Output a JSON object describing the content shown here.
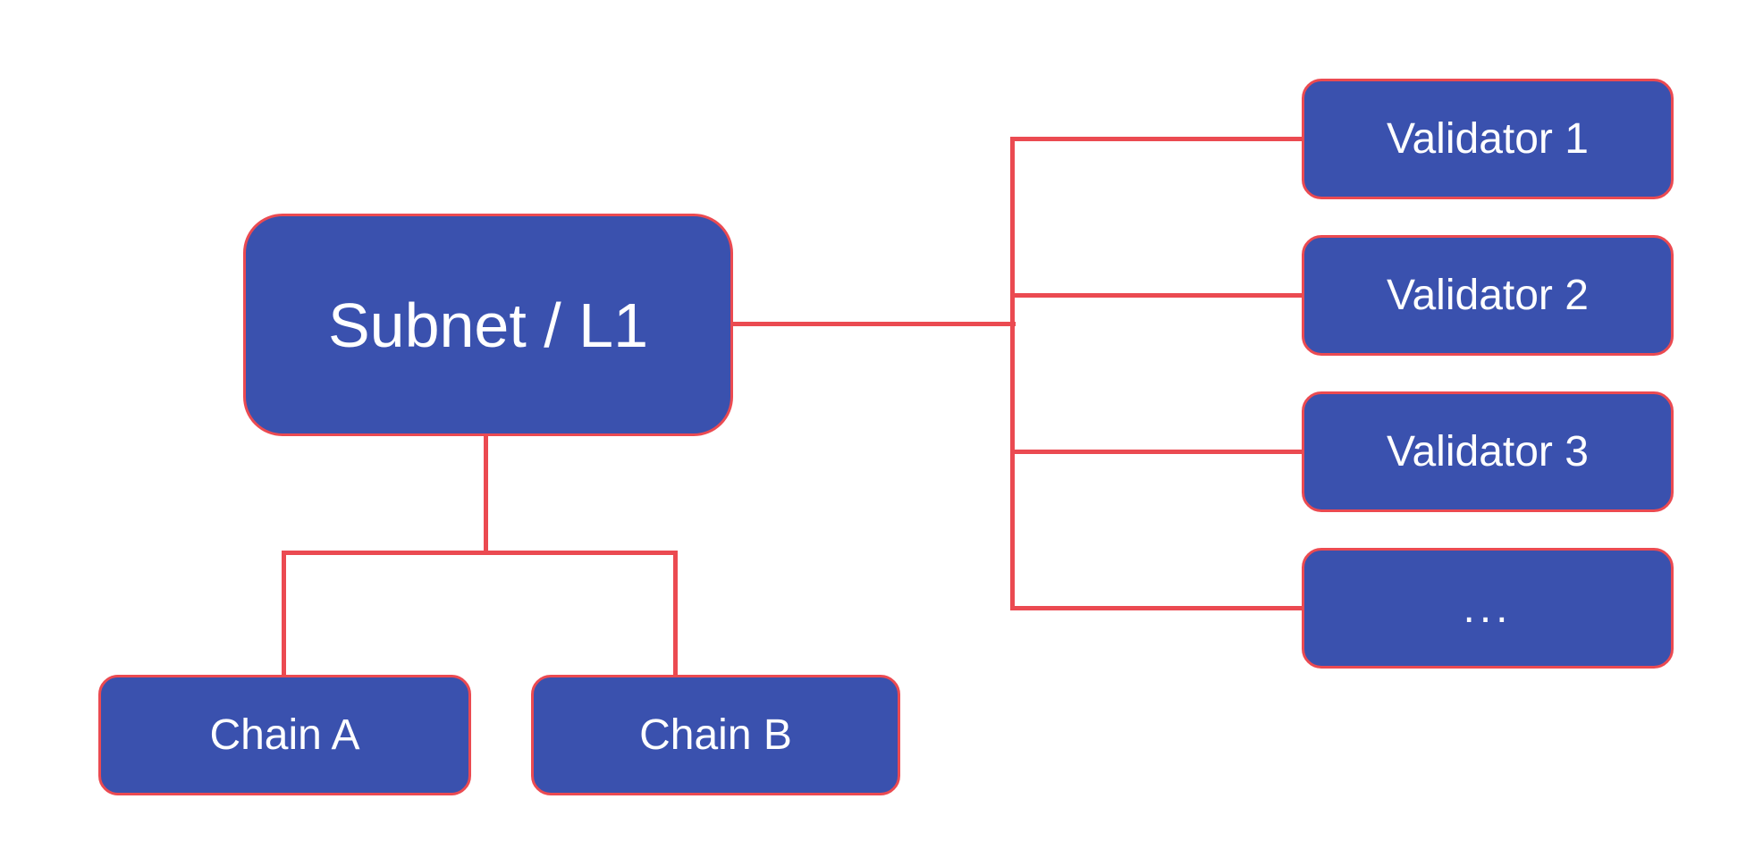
{
  "diagram": {
    "background_color": "#FFFFFF",
    "node_fill_color": "#3A51AE",
    "node_border_color": "#EB4A51",
    "connector_color": "#EB4A51",
    "text_color": "#FFFFFF",
    "subnet": {
      "label": "Subnet / L1"
    },
    "validators": [
      {
        "label": "Validator 1"
      },
      {
        "label": "Validator 2"
      },
      {
        "label": "Validator 3"
      },
      {
        "label": "..."
      }
    ],
    "chains": [
      {
        "label": "Chain A"
      },
      {
        "label": "Chain B"
      }
    ]
  }
}
